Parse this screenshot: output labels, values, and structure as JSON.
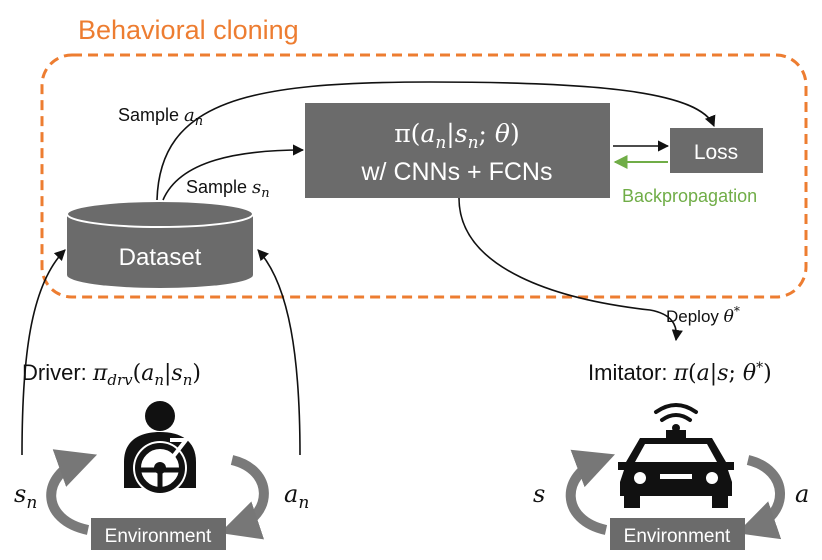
{
  "title": "Behavioral cloning",
  "policy_box": {
    "line1": "π(a_n|s_n;θ)",
    "line2": "w/ CNNs + FCNs"
  },
  "loss_label": "Loss",
  "backprop_label": "Backpropagation",
  "dataset_label": "Dataset",
  "sample_a_label": "Sample a_n",
  "sample_s_label": "Sample s_n",
  "deploy_label": "Deploy θ*",
  "driver": {
    "label": "Driver: π_drv(a_n|s_n)",
    "env_label": "Environment",
    "state_label": "s_n",
    "action_label": "a_n"
  },
  "imitator": {
    "label": "Imitator: π(a|s;θ*)",
    "env_label": "Environment",
    "state_label": "s",
    "action_label": "a"
  },
  "colors": {
    "accent": "#ed7d31",
    "box": "#6b6b6b",
    "backprop": "#70ad47",
    "text": "#111111"
  }
}
